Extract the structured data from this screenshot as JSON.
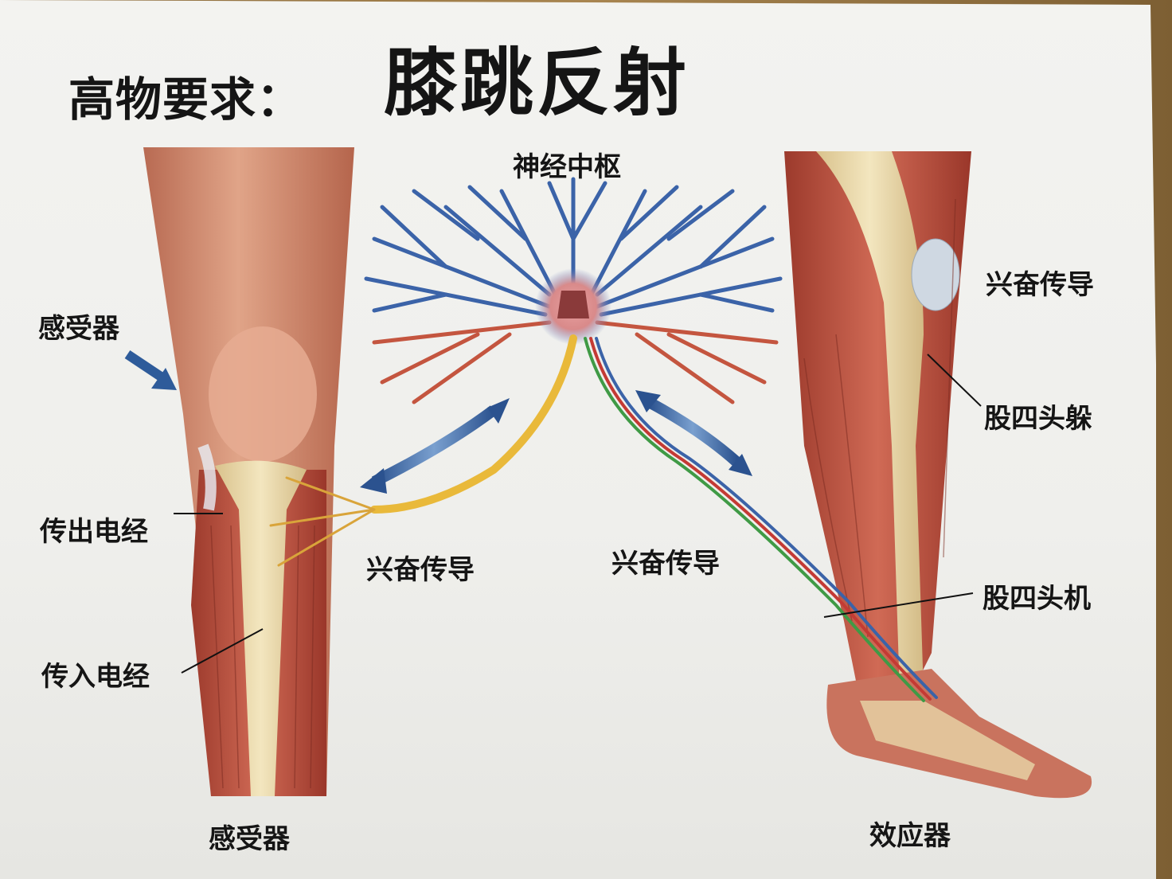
{
  "title": {
    "prefix": "高物要求：",
    "main": "膝跳反射"
  },
  "center": {
    "label": "神经中枢",
    "left_conduction": "兴奋传导",
    "right_conduction": "兴奋传导"
  },
  "left_leg": {
    "receptor_top": "感受器",
    "efferent_nerve": "传出电经",
    "afferent_nerve": "传入电经",
    "receptor_bottom": "感受器"
  },
  "right_leg": {
    "conduction": "兴奋传导",
    "quadriceps_tendon": "股四头躲",
    "quadriceps_muscle": "股四头机",
    "effector": "效应器"
  },
  "colors": {
    "dendrite_blue": "#3b63a8",
    "dendrite_red": "#c4553f",
    "afferent_yellow": "#e9b93a",
    "efferent_green": "#3f9a45",
    "efferent_red": "#c43a34",
    "arrow_blue": "#2e5b9a",
    "muscle": "#b84a3a",
    "bone": "#e8d6a8",
    "skin": "#d9967a"
  }
}
